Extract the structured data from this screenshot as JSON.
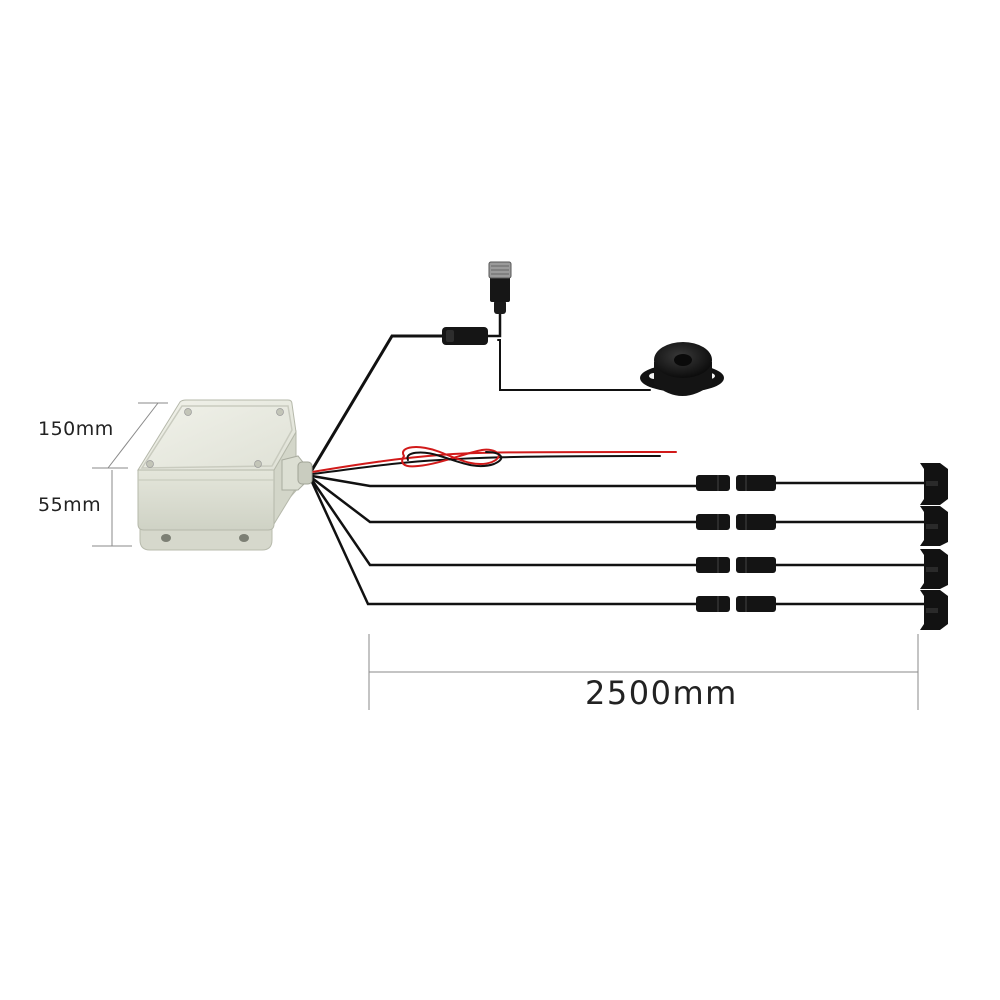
{
  "dimensions": {
    "width_label": "150mm",
    "height_label": "55mm",
    "cable_length_label": "2500mm"
  },
  "colors": {
    "enclosure": "#e6e8dd",
    "cable": "#111111",
    "power_positive": "#d11a1a",
    "dimension_line": "#888888"
  },
  "components": {
    "control_box": "control-box",
    "video_connector": "aviation-connector-icon",
    "buzzer": "buzzer-icon",
    "power_leads": "power-cable",
    "sensors": [
      "ultrasonic-sensor-1",
      "ultrasonic-sensor-2",
      "ultrasonic-sensor-3",
      "ultrasonic-sensor-4"
    ]
  }
}
